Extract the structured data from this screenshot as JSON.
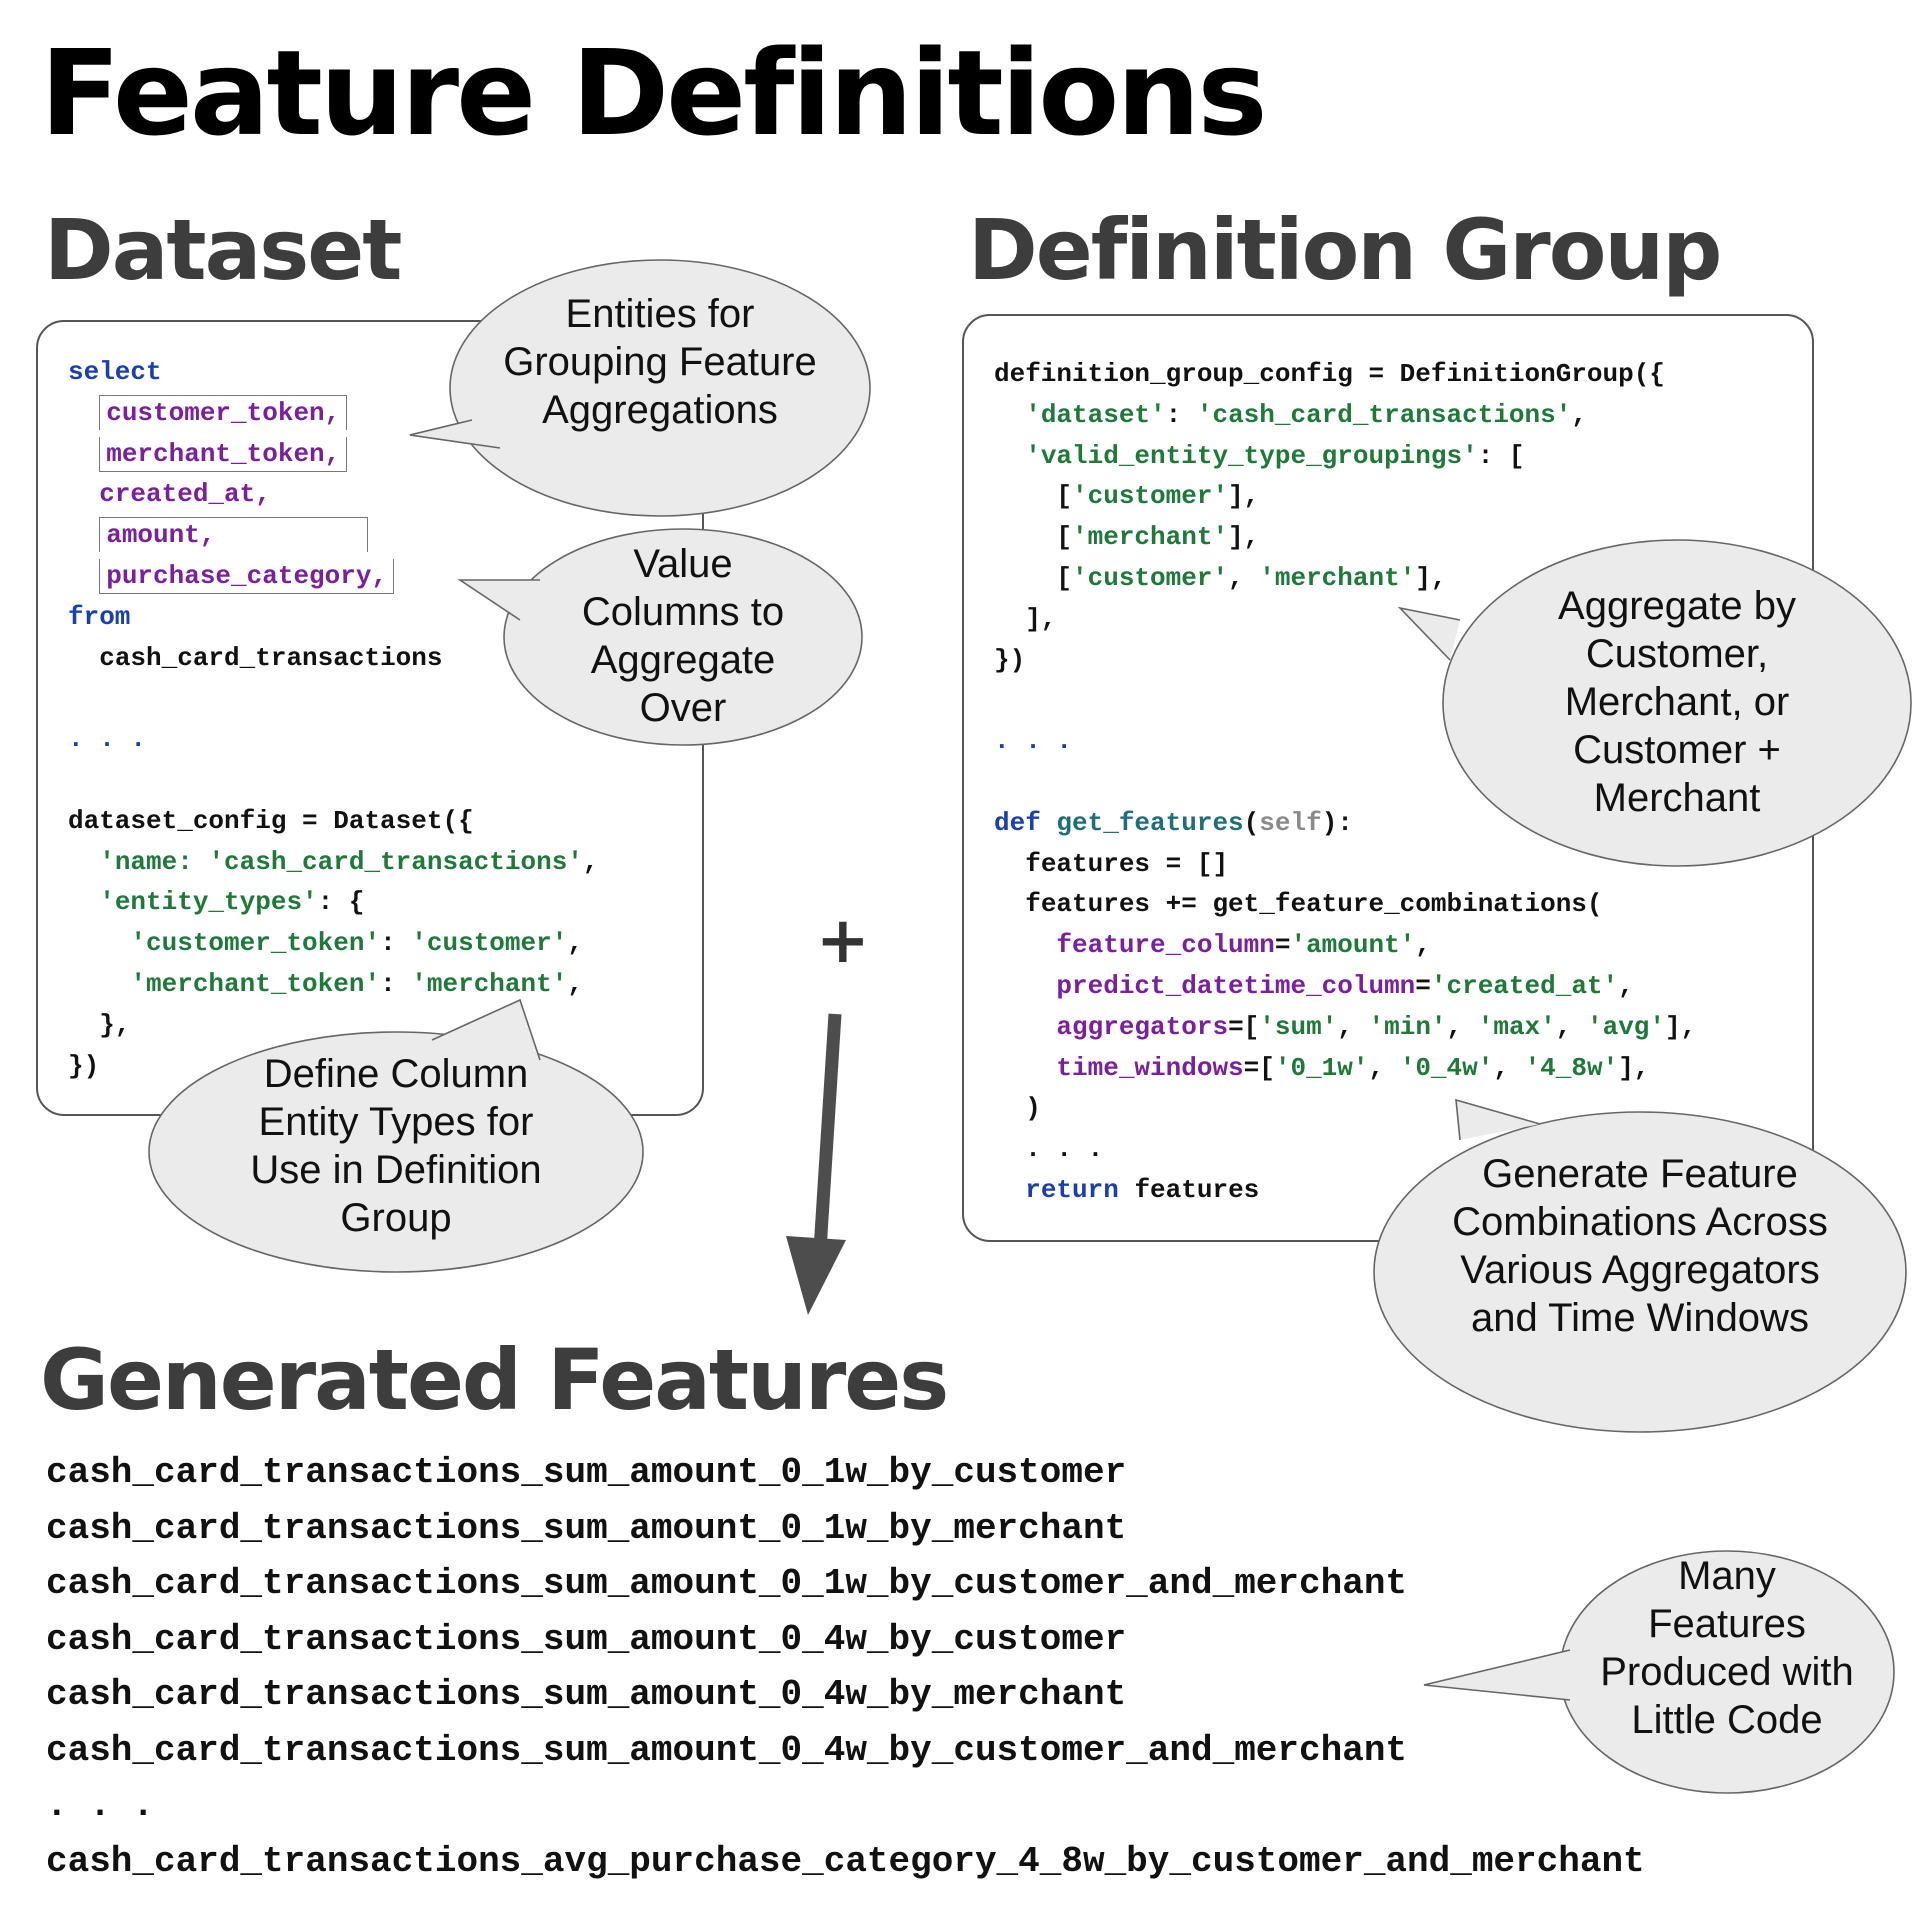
{
  "title": "Feature Definitions",
  "dataset": {
    "heading": "Dataset",
    "code": {
      "select_kw": "select",
      "col_customer": "customer_token,",
      "col_merchant": "merchant_token,",
      "col_created": "created_at,",
      "col_amount": "amount,",
      "col_purchase": "purchase_category,",
      "from_kw": "from",
      "table": "cash_card_transactions",
      "ellipsis": ". . .",
      "config_line": "dataset_config = Dataset({",
      "name_key": "'name: ",
      "name_val": "'cash_card_transactions'",
      "entity_types_key": "'entity_types'",
      "entity_types_tail": ": {",
      "customer_key": "'customer_token'",
      "customer_val": "'customer'",
      "merchant_key": "'merchant_token'",
      "merchant_val": "'merchant'",
      "close_inner": "},",
      "close_outer": "})"
    },
    "bubbles": {
      "entities": "Entities for Grouping Feature Aggregations",
      "values": "Value Columns to Aggregate Over",
      "define": "Define Column Entity Types for Use in Definition Group"
    }
  },
  "definition_group": {
    "heading": "Definition Group",
    "code": {
      "config_line": "definition_group_config = DefinitionGroup({",
      "dataset_key": "'dataset'",
      "dataset_val": "'cash_card_transactions'",
      "groupings_key": "'valid_entity_type_groupings'",
      "g1": "'customer'",
      "g2": "'merchant'",
      "g3a": "'customer'",
      "g3b": "'merchant'",
      "ellipsis": ". . .",
      "def_kw": "def",
      "fn_name": "get_features",
      "self_kw": "self",
      "features_init": "features = []",
      "features_call": "features += get_feature_combinations(",
      "p_feature_column": "feature_column",
      "v_feature_column": "'amount'",
      "p_predict": "predict_datetime_column",
      "v_predict": "'created_at'",
      "p_aggregators": "aggregators",
      "v_agg": [
        "'sum'",
        "'min'",
        "'max'",
        "'avg'"
      ],
      "p_time_windows": "time_windows",
      "v_tw": [
        "'0_1w'",
        "'0_4w'",
        "'4_8w'"
      ],
      "close_paren": ")",
      "inner_ellipsis": ". . .",
      "return_kw": "return",
      "return_val": "features"
    },
    "bubbles": {
      "aggregate": "Aggregate by Customer, Merchant, or Customer + Merchant",
      "generate": "Generate Feature Combinations Across Various Aggregators and Time Windows"
    }
  },
  "plus_symbol": "+",
  "generated": {
    "heading": "Generated Features",
    "items": [
      "cash_card_transactions_sum_amount_0_1w_by_customer",
      "cash_card_transactions_sum_amount_0_1w_by_merchant",
      "cash_card_transactions_sum_amount_0_1w_by_customer_and_merchant",
      "cash_card_transactions_sum_amount_0_4w_by_customer",
      "cash_card_transactions_sum_amount_0_4w_by_merchant",
      "cash_card_transactions_sum_amount_0_4w_by_customer_and_merchant",
      ". . .",
      "cash_card_transactions_avg_purchase_category_4_8w_by_customer_and_merchant"
    ],
    "bubble": "Many Features Produced with Little Code"
  },
  "colors": {
    "keyword": "#1a3fb0",
    "string": "#1f7a3a",
    "param": "#7a1fa0",
    "function": "#1f6f7a",
    "self": "#8a8a8a",
    "bubble_fill": "#ebebeb",
    "arrow": "#4d4d4d"
  }
}
